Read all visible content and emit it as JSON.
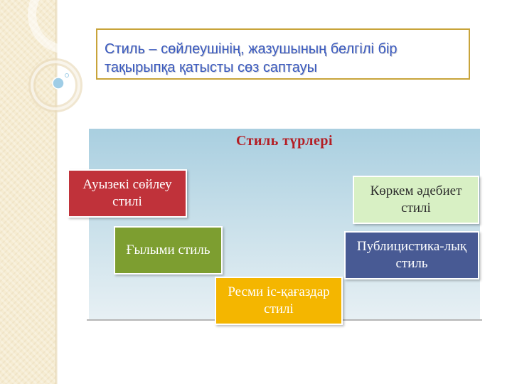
{
  "slide": {
    "title": "Стиль – сөйлеушінің, жазушының белгілі бір тақырыпқа қатысты сөз саптауы",
    "title_color": "#3a5ac0",
    "border_color": "#c8a43a"
  },
  "diagram": {
    "title": "Стиль түрлері",
    "title_color": "#b41d23",
    "nodes": [
      {
        "label": "Ауызекі сөйлеу стилі",
        "color": "#c0323a"
      },
      {
        "label": "Көркем әдебиет стилі",
        "color": "#d8f0c4"
      },
      {
        "label": "Ғылыми стиль",
        "color": "#7d9e30"
      },
      {
        "label": "Публицистика-лық стиль",
        "color": "#485a94"
      },
      {
        "label": "Ресми іс-қағаздар стилі",
        "color": "#f4b600"
      }
    ]
  }
}
